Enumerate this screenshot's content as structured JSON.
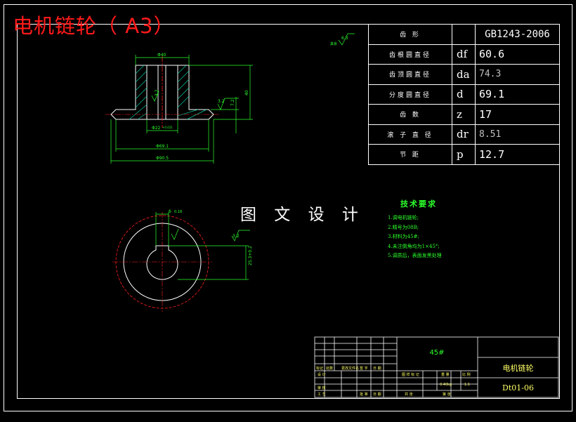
{
  "title": "电机链轮（ A3）",
  "caption": "图 文 设 计",
  "params": [
    {
      "label": "齿        形",
      "symbol": "",
      "value": "GB1243-2006"
    },
    {
      "label": "齿根圆直径",
      "symbol": "df",
      "value": "60.6"
    },
    {
      "label": "齿顶圆直径",
      "symbol": "da",
      "value": "74.3"
    },
    {
      "label": "分度圆直径",
      "symbol": "d",
      "value": "69.1"
    },
    {
      "label": "齿        数",
      "symbol": "z",
      "value": "17"
    },
    {
      "label": "滚 子 直 径",
      "symbol": "dr",
      "value": "8.51"
    },
    {
      "label": "节        距",
      "symbol": "p",
      "value": "12.7"
    }
  ],
  "tech": {
    "heading": "技术要求",
    "lines": [
      "1.调电机链轮;",
      "2.精号为08B;",
      "3.材料为45#;",
      "4.未注倒角均为1×45°;",
      "5.调质后，表面发黑处理"
    ]
  },
  "titleblock": {
    "material": "45#",
    "part_name": "电机链轮",
    "drawing_code": "Dt01-06",
    "weight": "0.40kg",
    "scale": "1:1",
    "col_labels": [
      "标记",
      "处数",
      "更改文件名",
      "签  字",
      "日  期"
    ],
    "design": "设 计",
    "approve": "批 准",
    "check": "审 核",
    "process": "工 艺",
    "date": "日 期",
    "stage": "图 样 标 记",
    "weight_label": "重 量",
    "scale_label": "比 例",
    "sheets": "共     张",
    "sheet": "第     张"
  },
  "dims": {
    "top_dia": "Φ40",
    "bore_dia": "Φ22",
    "bore_tol": "+0.021",
    "pitch_dia": "Φ69.1",
    "outer_dia": "Φ90.5",
    "height": "40",
    "thickness": "7.2",
    "rough_1": "3.2",
    "rough_2": "3.2",
    "rough_3": "3.2",
    "rough_rest": "6.3",
    "rough_rest_label": "其余",
    "keyway": "25.3+0.2",
    "keyway_width": "6",
    "keyway_tol": "0.18"
  }
}
